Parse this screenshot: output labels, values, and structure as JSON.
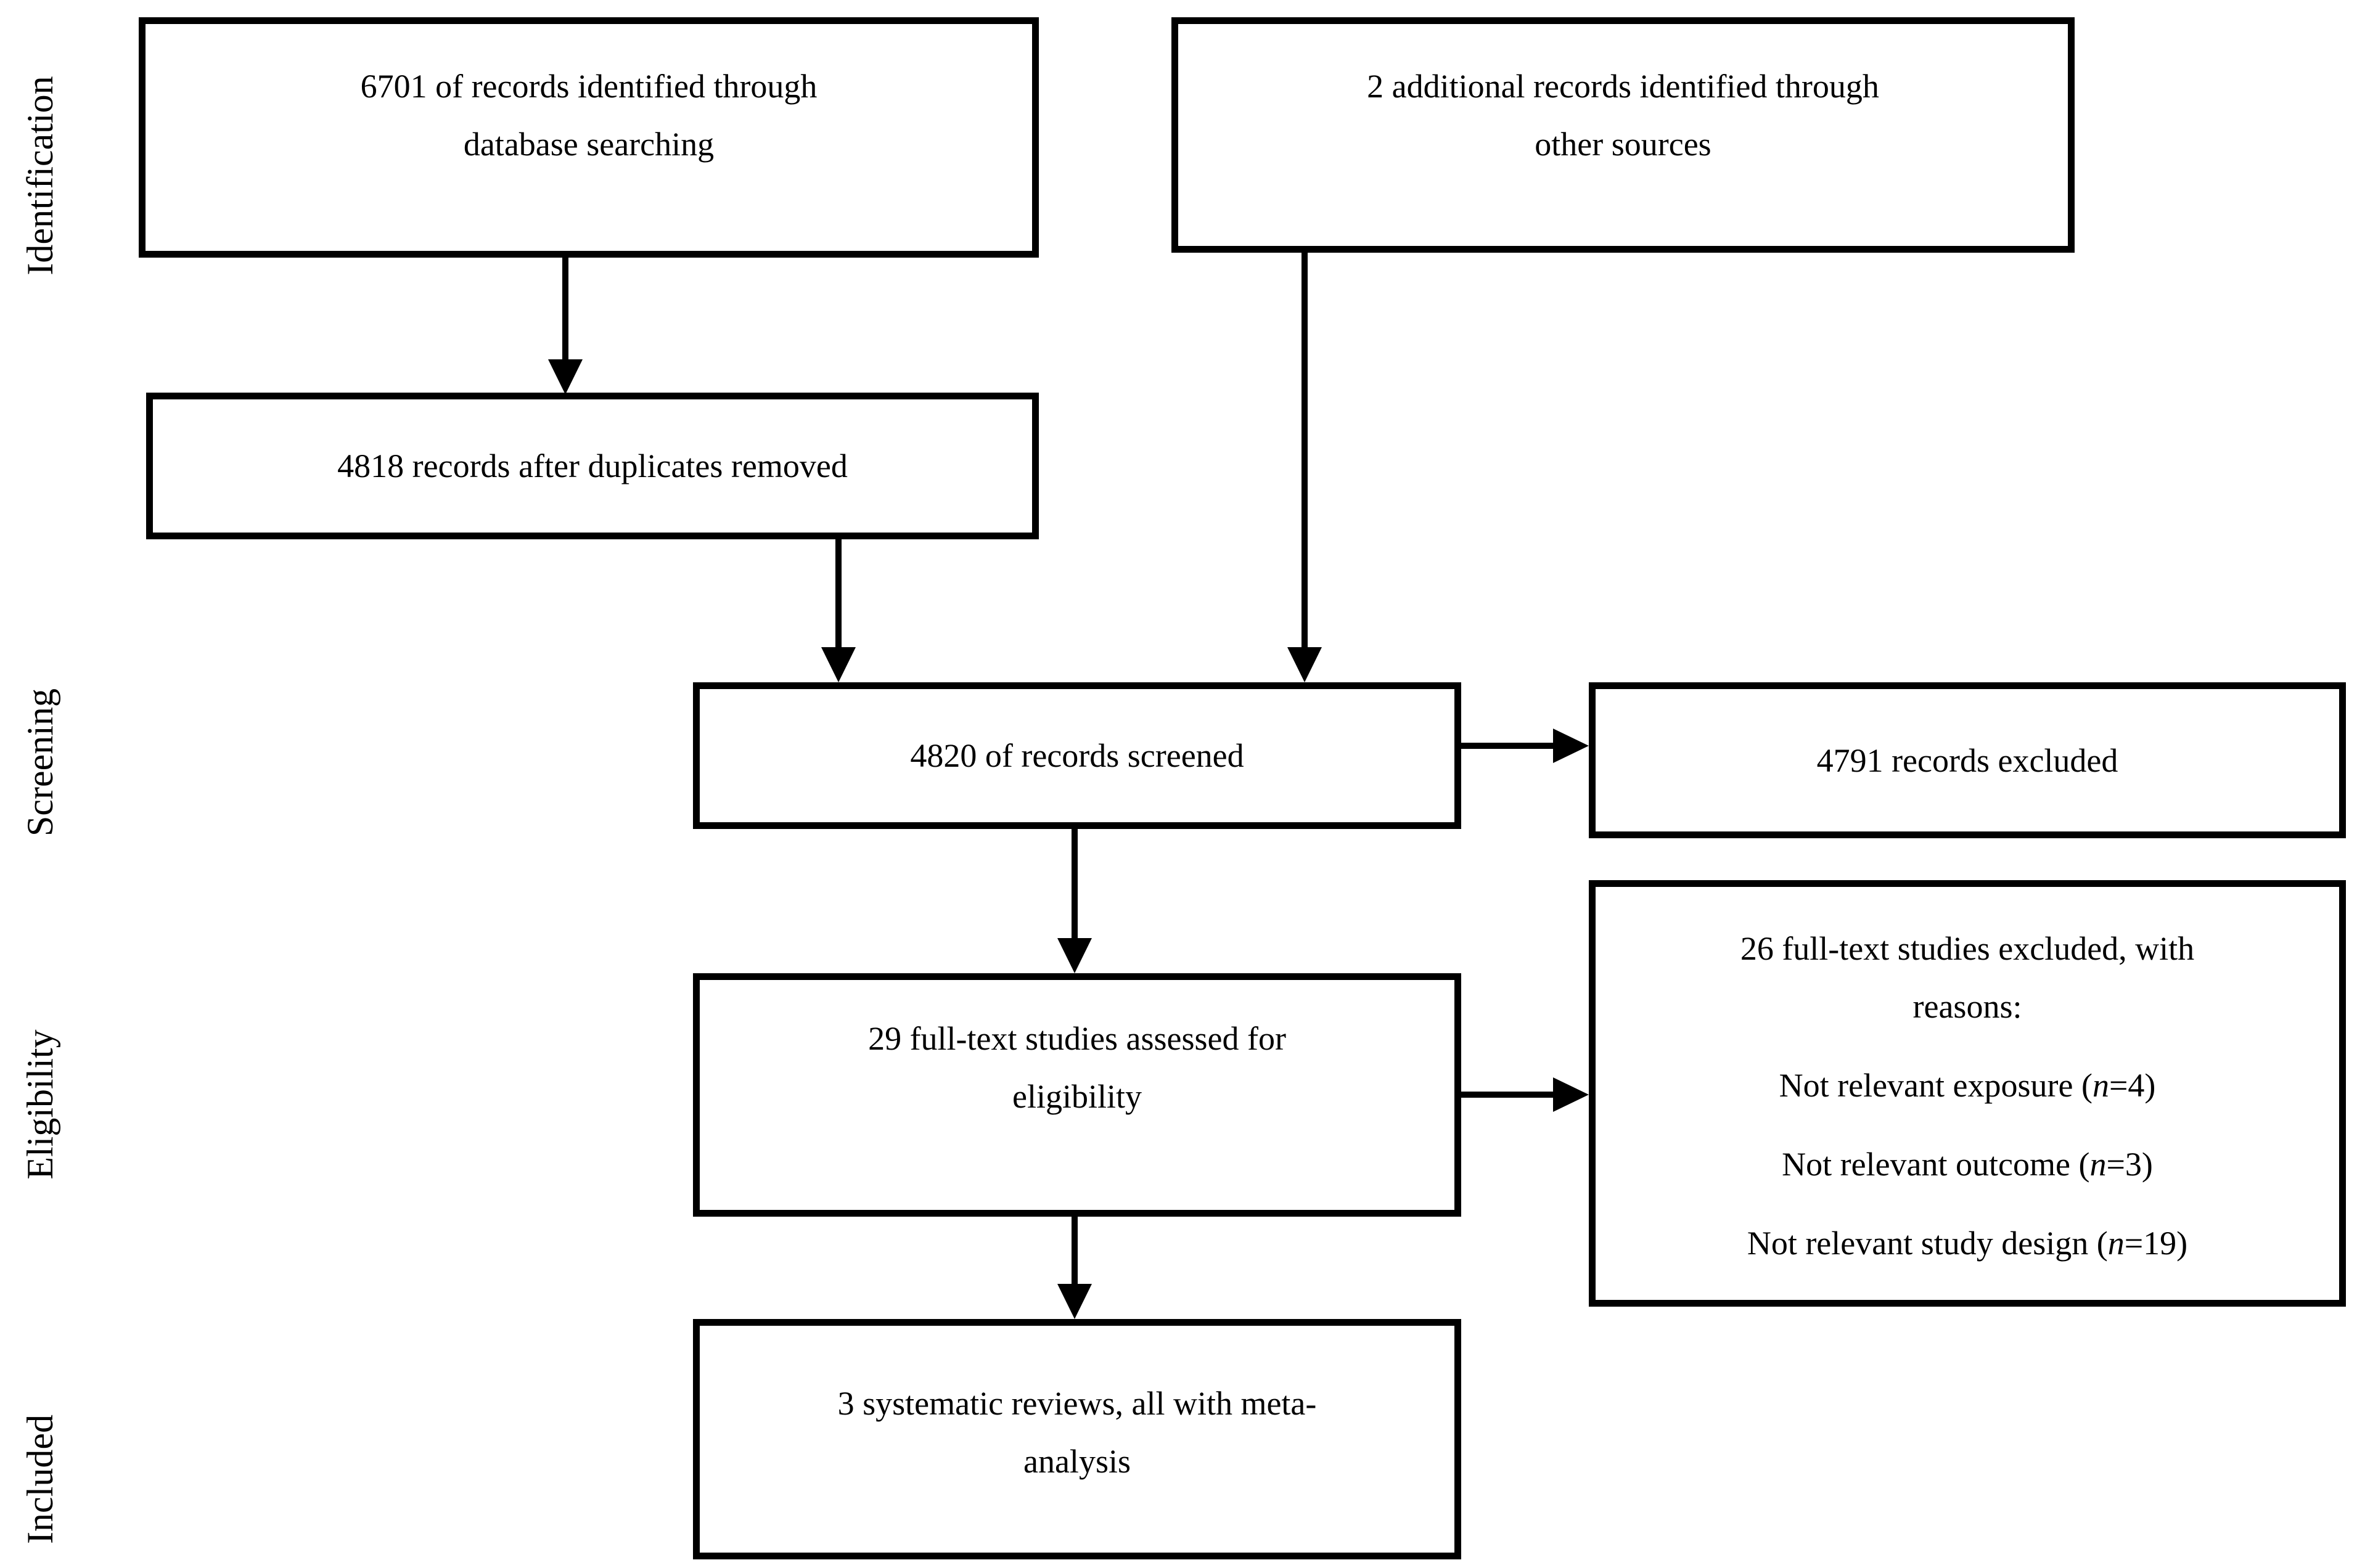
{
  "figure": {
    "type": "prisma-flow-diagram"
  },
  "stages": [
    {
      "label": "Identification"
    },
    {
      "label": "Screening"
    },
    {
      "label": "Eligibility"
    },
    {
      "label": "Included"
    }
  ],
  "boxes": {
    "identified_database": {
      "line1": "6701 of records identified through",
      "line2": "database searching"
    },
    "identified_other": {
      "line1": "2 additional records identified through",
      "line2": "other sources"
    },
    "after_duplicates": {
      "text": "4818 records after duplicates removed"
    },
    "screened": {
      "text": "4820 of records screened"
    },
    "records_excluded": {
      "text": "4791 records excluded"
    },
    "fulltext_assessed": {
      "line1": "29 full-text studies assessed for",
      "line2": "eligibility"
    },
    "fulltext_excluded": {
      "title_line1": "26 full-text studies excluded, with",
      "title_line2": "reasons:",
      "reasons": [
        {
          "prefix": "Not relevant exposure (",
          "n": "n",
          "suffix": "=4)"
        },
        {
          "prefix": "Not relevant outcome (",
          "n": "n",
          "suffix": "=3)"
        },
        {
          "prefix": "Not relevant study design (",
          "n": "n",
          "suffix": "=19)"
        }
      ]
    },
    "included_reviews": {
      "line1": "3 systematic reviews, all with meta-",
      "line2": "analysis"
    }
  },
  "colors": {
    "line": "#000000",
    "text": "#000000",
    "background": "#ffffff"
  }
}
